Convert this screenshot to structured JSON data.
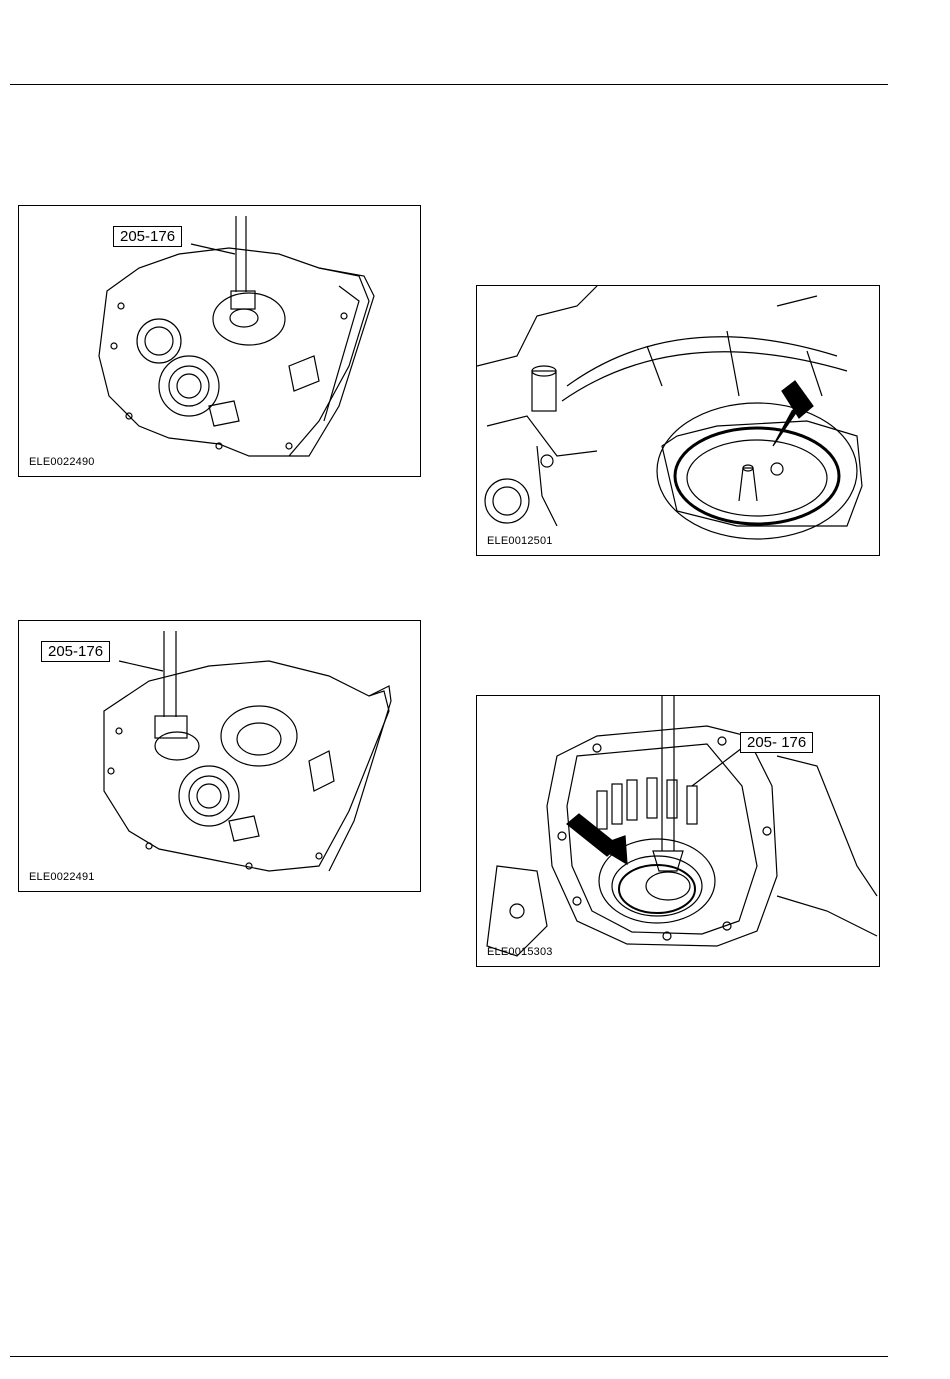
{
  "figures": [
    {
      "code": "ELE0022490",
      "tool": "205-176"
    },
    {
      "code": "ELE0022491",
      "tool": "205-176"
    },
    {
      "code": "ELE0012501"
    },
    {
      "code": "ELE0015303",
      "tool": "205- 176"
    }
  ]
}
